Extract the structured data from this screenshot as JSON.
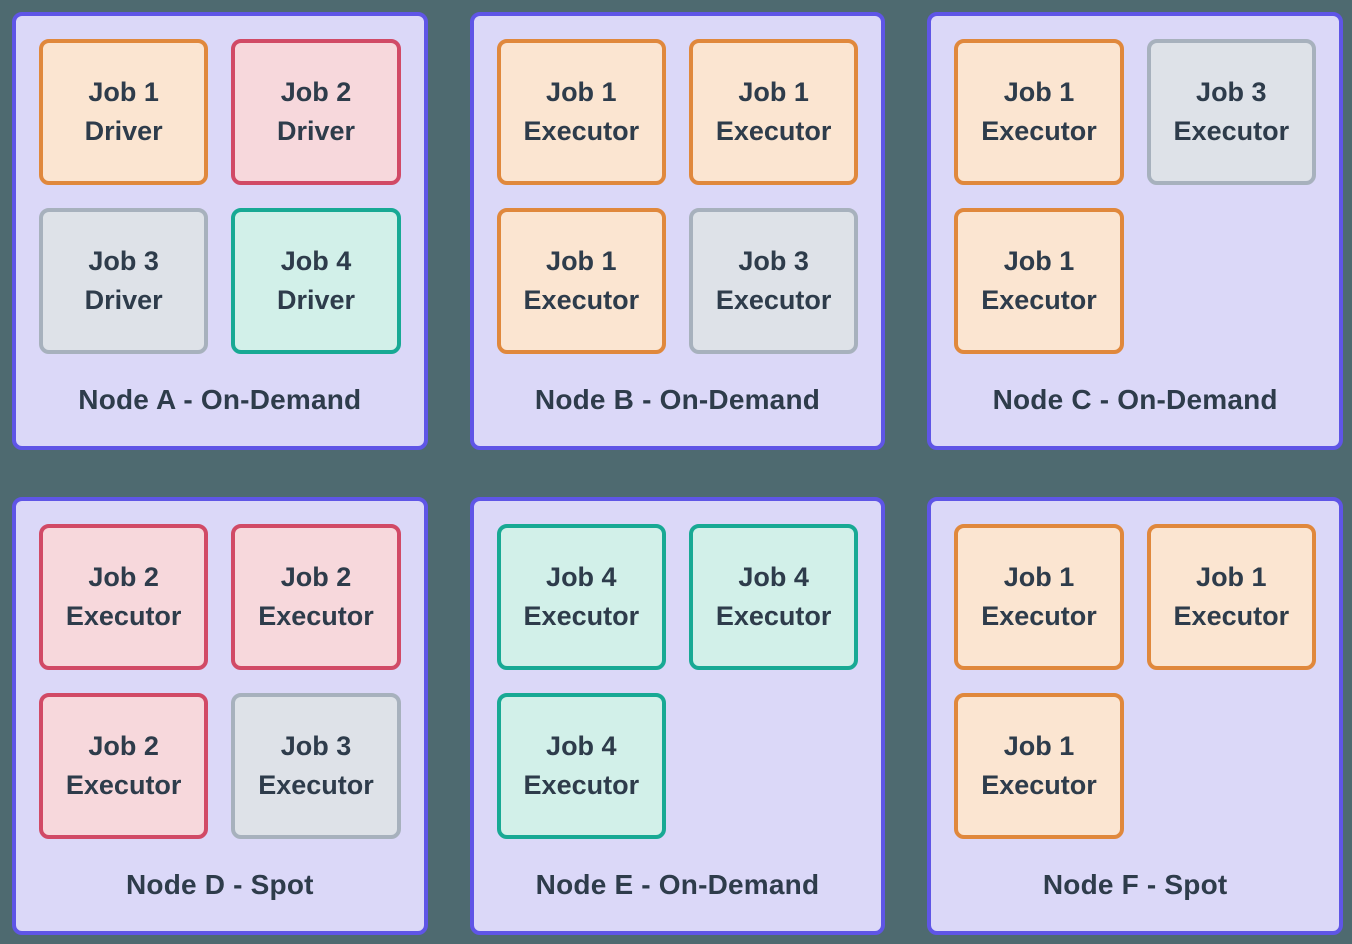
{
  "diagram": {
    "colors": {
      "page_background": "#4E6A70",
      "node_border": "#5F55E6",
      "node_background": "#DBD8F8",
      "text": "#2E3C4B"
    },
    "job_styles": {
      "job1": {
        "border": "#E0883C",
        "background": "#FBE5D1"
      },
      "job2": {
        "border": "#D14A66",
        "background": "#F7D8DC"
      },
      "job3": {
        "border": "#A7B1BD",
        "background": "#DEE2E8"
      },
      "job4": {
        "border": "#18A994",
        "background": "#D2F0E9"
      }
    },
    "nodes": [
      {
        "id": "node-a",
        "label": "Node A - On-Demand",
        "jobs": [
          {
            "line1": "Job 1",
            "line2": "Driver",
            "style": "job1"
          },
          {
            "line1": "Job 2",
            "line2": "Driver",
            "style": "job2"
          },
          {
            "line1": "Job 3",
            "line2": "Driver",
            "style": "job3"
          },
          {
            "line1": "Job 4",
            "line2": "Driver",
            "style": "job4"
          }
        ]
      },
      {
        "id": "node-b",
        "label": "Node B - On-Demand",
        "jobs": [
          {
            "line1": "Job 1",
            "line2": "Executor",
            "style": "job1"
          },
          {
            "line1": "Job 1",
            "line2": "Executor",
            "style": "job1"
          },
          {
            "line1": "Job 1",
            "line2": "Executor",
            "style": "job1"
          },
          {
            "line1": "Job 3",
            "line2": "Executor",
            "style": "job3"
          }
        ]
      },
      {
        "id": "node-c",
        "label": "Node C - On-Demand",
        "jobs": [
          {
            "line1": "Job 1",
            "line2": "Executor",
            "style": "job1"
          },
          {
            "line1": "Job 3",
            "line2": "Executor",
            "style": "job3"
          },
          {
            "line1": "Job 1",
            "line2": "Executor",
            "style": "job1"
          }
        ]
      },
      {
        "id": "node-d",
        "label": "Node D - Spot",
        "jobs": [
          {
            "line1": "Job 2",
            "line2": "Executor",
            "style": "job2"
          },
          {
            "line1": "Job 2",
            "line2": "Executor",
            "style": "job2"
          },
          {
            "line1": "Job 2",
            "line2": "Executor",
            "style": "job2"
          },
          {
            "line1": "Job 3",
            "line2": "Executor",
            "style": "job3"
          }
        ]
      },
      {
        "id": "node-e",
        "label": "Node E - On-Demand",
        "jobs": [
          {
            "line1": "Job 4",
            "line2": "Executor",
            "style": "job4"
          },
          {
            "line1": "Job 4",
            "line2": "Executor",
            "style": "job4"
          },
          {
            "line1": "Job 4",
            "line2": "Executor",
            "style": "job4"
          }
        ]
      },
      {
        "id": "node-f",
        "label": "Node F - Spot",
        "jobs": [
          {
            "line1": "Job 1",
            "line2": "Executor",
            "style": "job1"
          },
          {
            "line1": "Job 1",
            "line2": "Executor",
            "style": "job1"
          },
          {
            "line1": "Job 1",
            "line2": "Executor",
            "style": "job1"
          }
        ]
      }
    ]
  }
}
